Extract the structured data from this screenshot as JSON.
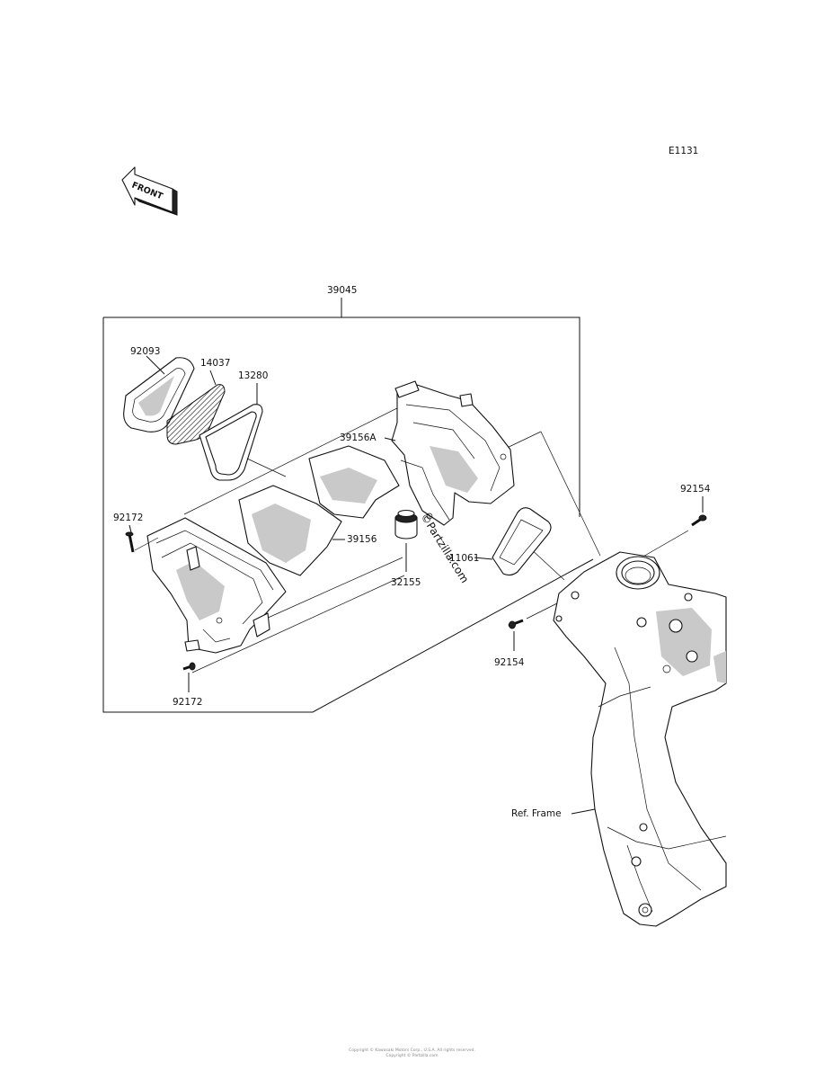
{
  "diagram_code": "E1131",
  "front_label": "FRONT",
  "watermark": "©Partzilla.com",
  "labels": {
    "assembly": "39045",
    "cover": "92093",
    "element": "14037",
    "gasket_small": "13280",
    "duct_upper": "39156A",
    "duct_lower": "39156",
    "screw_left_top": "92172",
    "screw_left_bottom": "92172",
    "cap": "32155",
    "gasket_large": "11061",
    "bolt_right_top": "92154",
    "bolt_right_bottom": "92154",
    "frame_ref": "Ref. Frame"
  },
  "footer": {
    "line1": "Copyright © Kawasaki Motors Corp., U.S.A. All rights reserved.",
    "line2": "Copyright © Partzilla.com"
  }
}
